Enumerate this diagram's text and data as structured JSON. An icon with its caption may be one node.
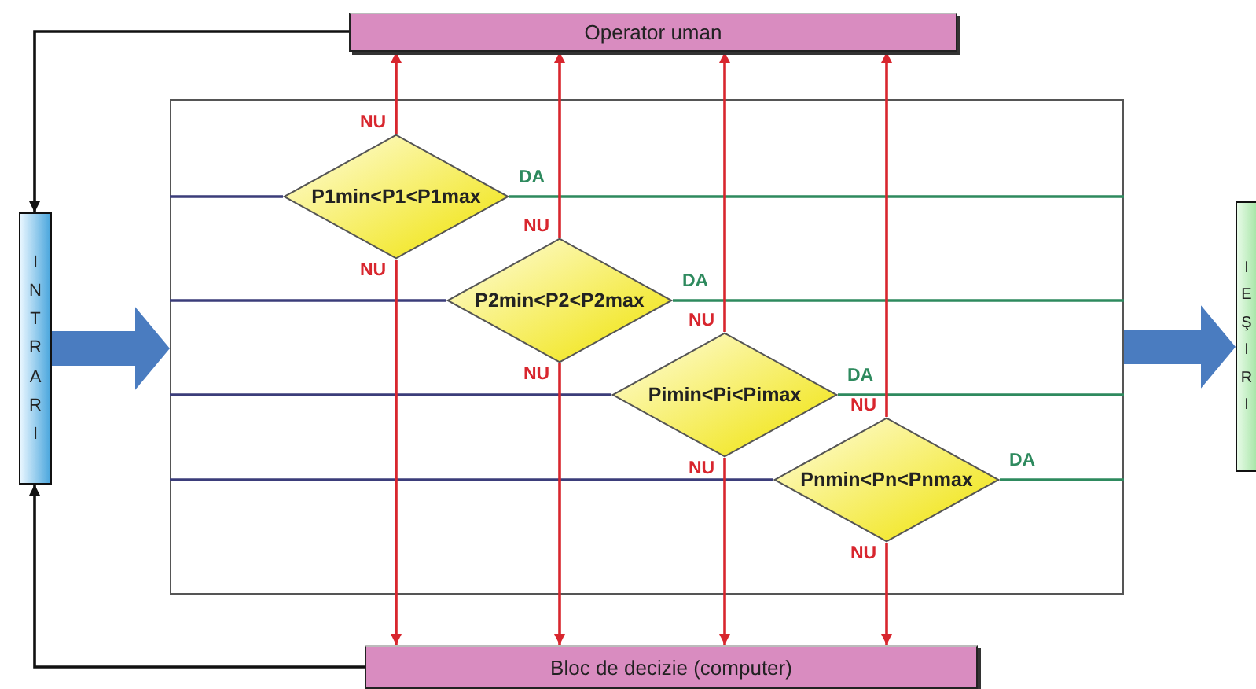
{
  "diagram": {
    "nodes": [
      {
        "text": [
          "Operator uman"
        ]
      },
      {
        "text": [],
        "shape": "box"
      },
      {
        "text": [
          "INTRARI"
        ]
      },
      {
        "text": [
          "P1min<P1<P1max"
        ],
        "in": 1
      },
      {
        "text": [
          "P2min<P2<P2max"
        ],
        "in": 1
      },
      {
        "text": [
          "Pimin<Pi<Pimax"
        ],
        "in": 1
      },
      {
        "text": [
          "Pnmin<Pn<Pnmax"
        ],
        "in": 1
      },
      {
        "text": [
          "Bloc de decizie (computer)"
        ]
      },
      {
        "text": [
          "IEŞIRI"
        ]
      }
    ],
    "edges": [
      {
        "from": 0,
        "to": 2,
        "arrow": "to",
        "color": "#111111"
      },
      {
        "from": 7,
        "to": 2,
        "arrow": "to",
        "color": "#111111"
      },
      {
        "from": 2,
        "to": 1,
        "arrow": "to",
        "style": "thick",
        "color": "#4a7cc0"
      },
      {
        "from": 1,
        "to": 8,
        "arrow": "to",
        "style": "thick",
        "color": "#4a7cc0"
      },
      {
        "from": 1,
        "to": 3,
        "arrow": "none",
        "color": "#3b3d7a"
      },
      {
        "from": 1,
        "to": 4,
        "arrow": "none",
        "color": "#3b3d7a"
      },
      {
        "from": 1,
        "to": 5,
        "arrow": "none",
        "color": "#3b3d7a"
      },
      {
        "from": 1,
        "to": 6,
        "arrow": "none",
        "color": "#3b3d7a"
      },
      {
        "from": 3,
        "to": 1,
        "arrow": "none",
        "label": "DA",
        "color": "#2e8a5e"
      },
      {
        "from": 4,
        "to": 1,
        "arrow": "none",
        "label": "DA",
        "color": "#2e8a5e"
      },
      {
        "from": 5,
        "to": 1,
        "arrow": "none",
        "label": "DA",
        "color": "#2e8a5e"
      },
      {
        "from": 6,
        "to": 1,
        "arrow": "none",
        "label": "DA",
        "color": "#2e8a5e"
      },
      {
        "from": 3,
        "to": 0,
        "arrow": "to",
        "label": "NU",
        "color": "#d8262e"
      },
      {
        "from": 3,
        "to": 7,
        "arrow": "to",
        "label": "NU",
        "color": "#d8262e"
      },
      {
        "from": 4,
        "to": 0,
        "arrow": "to",
        "label": "NU",
        "color": "#d8262e"
      },
      {
        "from": 4,
        "to": 7,
        "arrow": "to",
        "label": "NU",
        "color": "#d8262e"
      },
      {
        "from": 5,
        "to": 0,
        "arrow": "to",
        "label": "NU",
        "color": "#d8262e"
      },
      {
        "from": 5,
        "to": 7,
        "arrow": "to",
        "label": "NU",
        "color": "#d8262e"
      },
      {
        "from": 6,
        "to": 0,
        "arrow": "to",
        "label": "NU",
        "color": "#d8262e"
      },
      {
        "from": 6,
        "to": 7,
        "arrow": "to",
        "label": "NU",
        "color": "#d8262e"
      }
    ]
  }
}
